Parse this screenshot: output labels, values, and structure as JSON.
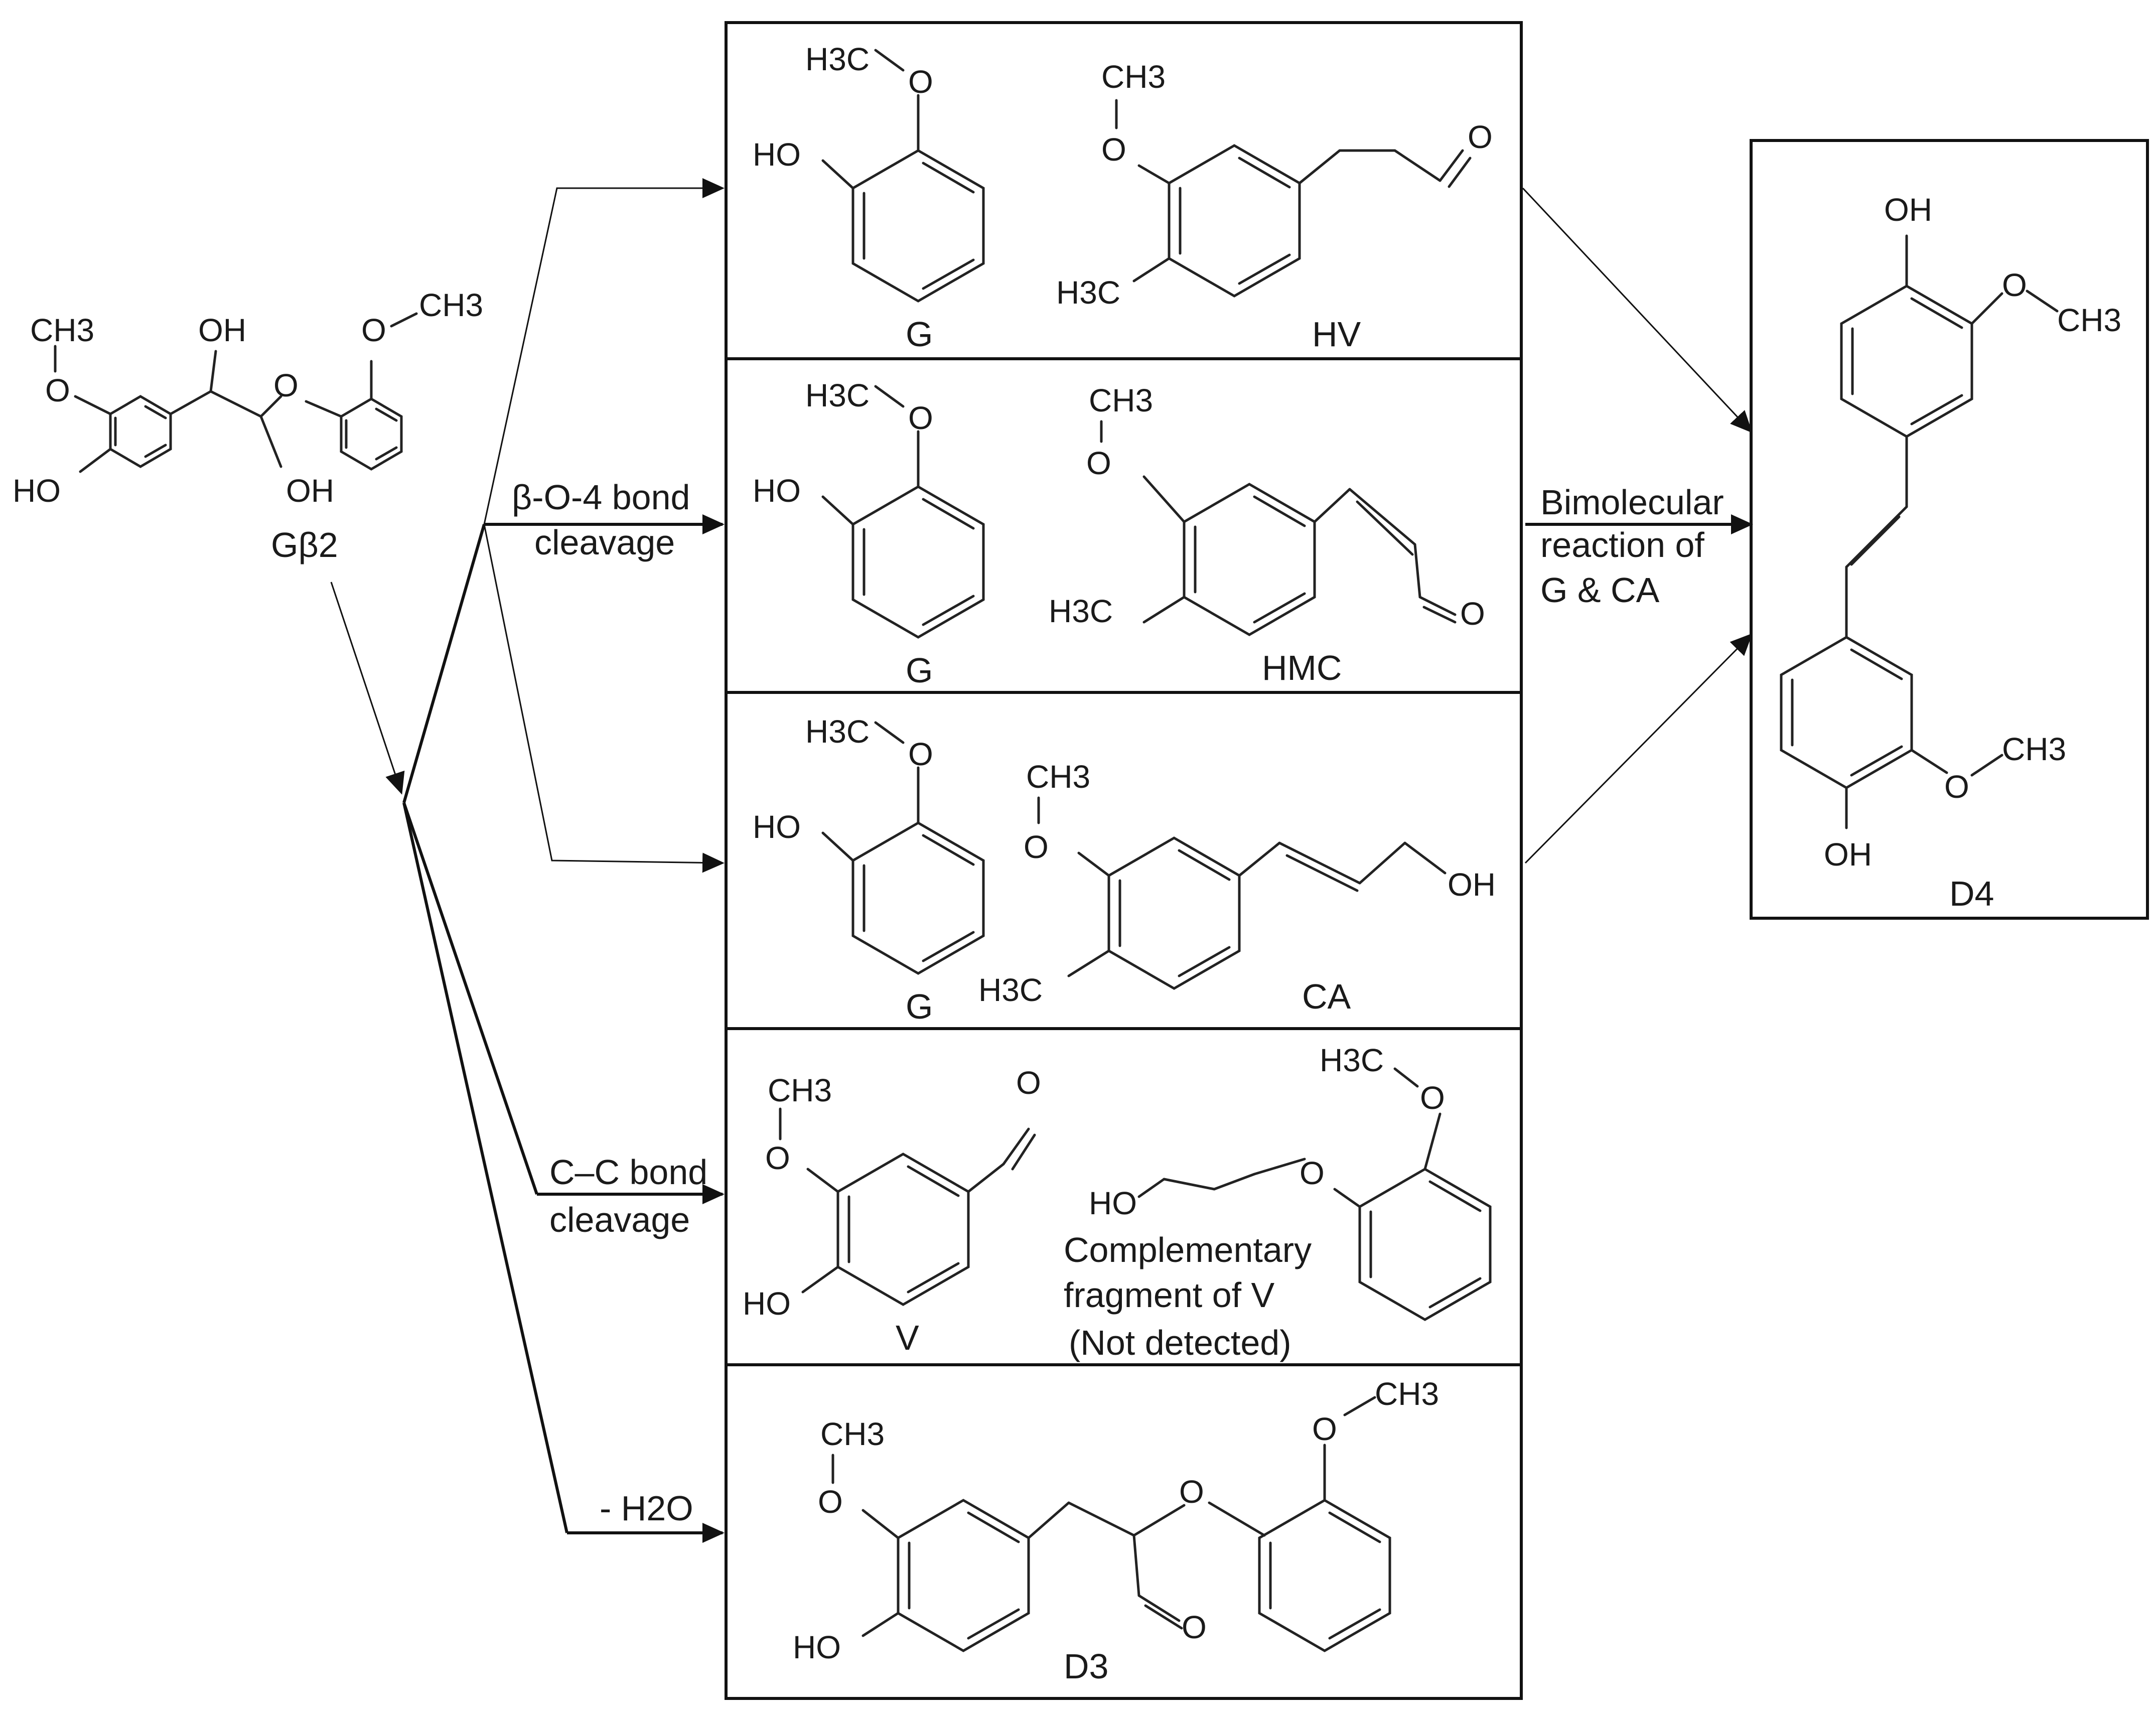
{
  "reactant": {
    "label": "Gβ2",
    "atoms": [
      "CH3",
      "O",
      "OH",
      "O",
      "CH3",
      "HO",
      "OH"
    ]
  },
  "pathways": {
    "beta_o4": {
      "label_line1": "β-O-4 bond",
      "label_line2": "cleavage"
    },
    "cc": {
      "label_line1": "C–C bond",
      "label_line2": "cleavage"
    },
    "dehydration": {
      "label": "- H2O"
    }
  },
  "boxes": [
    {
      "left_label": "G",
      "right_label": "HV",
      "left_atoms": [
        "H3C",
        "O",
        "HO"
      ],
      "right_atoms": [
        "CH3",
        "O",
        "H3C",
        "O"
      ]
    },
    {
      "left_label": "G",
      "right_label": "HMC",
      "left_atoms": [
        "H3C",
        "O",
        "HO"
      ],
      "right_atoms": [
        "CH3",
        "O",
        "H3C",
        "O"
      ]
    },
    {
      "left_label": "G",
      "right_label": "CA",
      "left_atoms": [
        "H3C",
        "O",
        "HO"
      ],
      "right_atoms": [
        "CH3",
        "O",
        "H3C",
        "OH"
      ]
    },
    {
      "left_label": "V",
      "left_atoms": [
        "CH3",
        "O",
        "HO",
        "O"
      ],
      "right_atoms": [
        "H3C",
        "O",
        "HO",
        "O"
      ],
      "note_line1": "Complementary",
      "note_line2": "fragment of V",
      "note_line3": "(Not detected)"
    },
    {
      "label": "D3",
      "atoms": [
        "CH3",
        "O",
        "HO",
        "O",
        "O",
        "CH3",
        "O"
      ]
    }
  ],
  "bimolecular": {
    "line1": "Bimolecular",
    "line2": "reaction of",
    "line3": "G & CA"
  },
  "product": {
    "label": "D4",
    "atoms": [
      "OH",
      "O",
      "CH3",
      "O",
      "CH3",
      "OH"
    ]
  }
}
